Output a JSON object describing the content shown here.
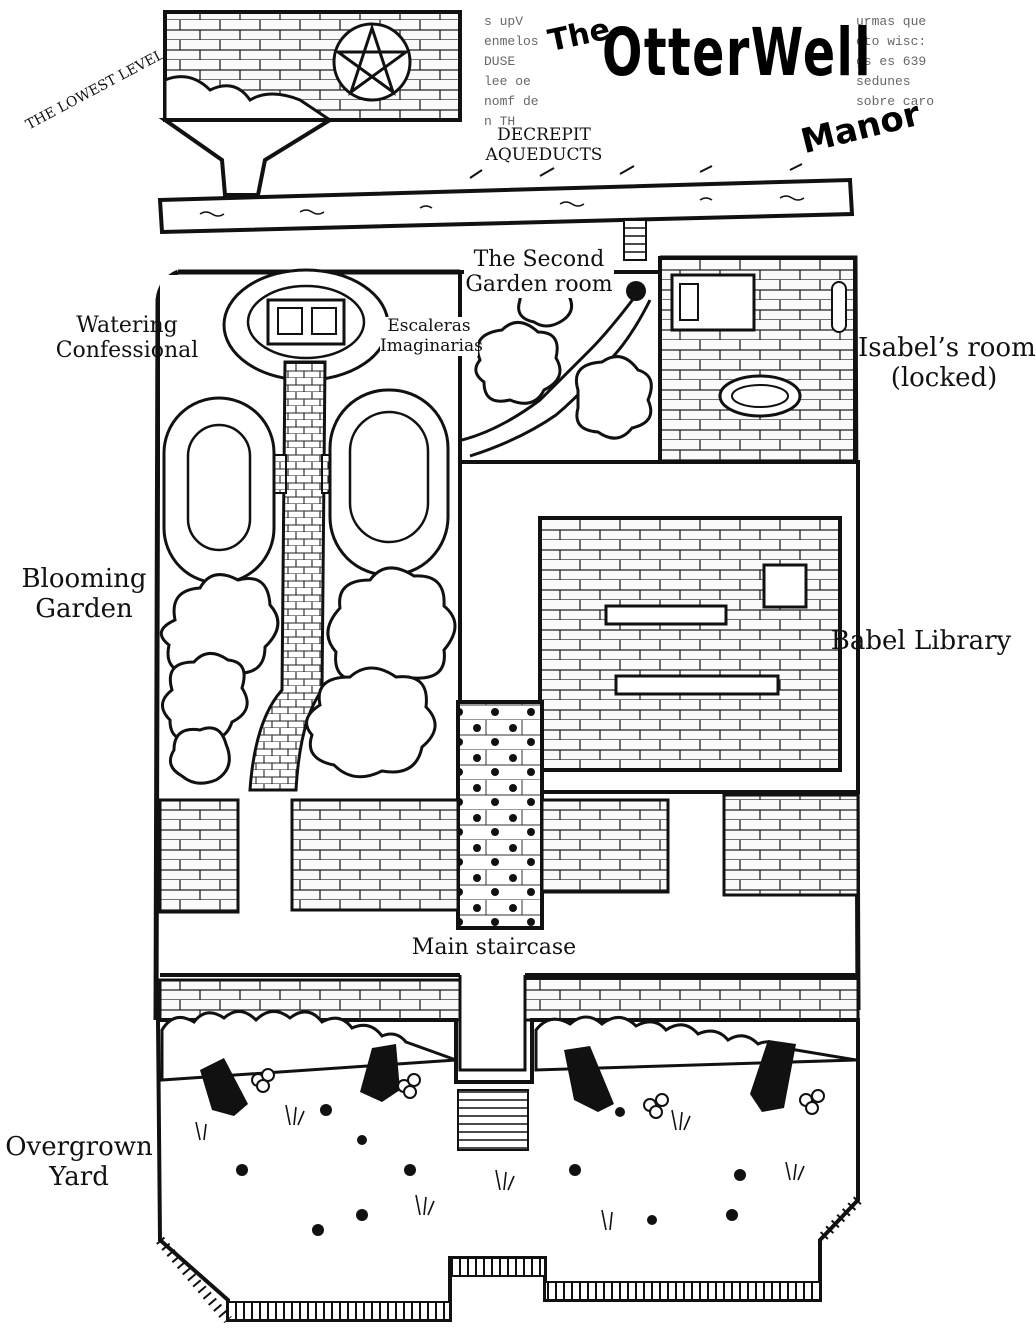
{
  "title": {
    "the": "The",
    "name": "OtterWell",
    "subtitle": "Manor"
  },
  "newsprint_lines": [
    "s upV",
    "enmelos",
    "DUSE",
    "lee oe",
    "nomf de",
    "n TH",
    "urmas que",
    "eto wisc:",
    "gs es 639",
    "sedunes",
    "sobre caro"
  ],
  "labels": {
    "lowest_level": "THE LOWEST LEVEL",
    "aqueducts_1": "DECREPIT",
    "aqueducts_2": "AQUEDUCTS",
    "second_garden_1": "The Second",
    "second_garden_2": "Garden room",
    "watering_1": "Watering",
    "watering_2": "Confessional",
    "escaleras_1": "Escaleras",
    "escaleras_2": "Imaginarias",
    "isabel_1": "Isabel’s room",
    "isabel_2": "(locked)",
    "blooming_1": "Blooming",
    "blooming_2": "Garden",
    "babel": "Babel Library",
    "staircase": "Main staircase",
    "yard_1": "Overgrown",
    "yard_2": "Yard"
  },
  "colors": {
    "ink": "#111111",
    "paper": "#ffffff",
    "wall_fill": "#f4f4f4",
    "shade": "#d8d8d8"
  }
}
